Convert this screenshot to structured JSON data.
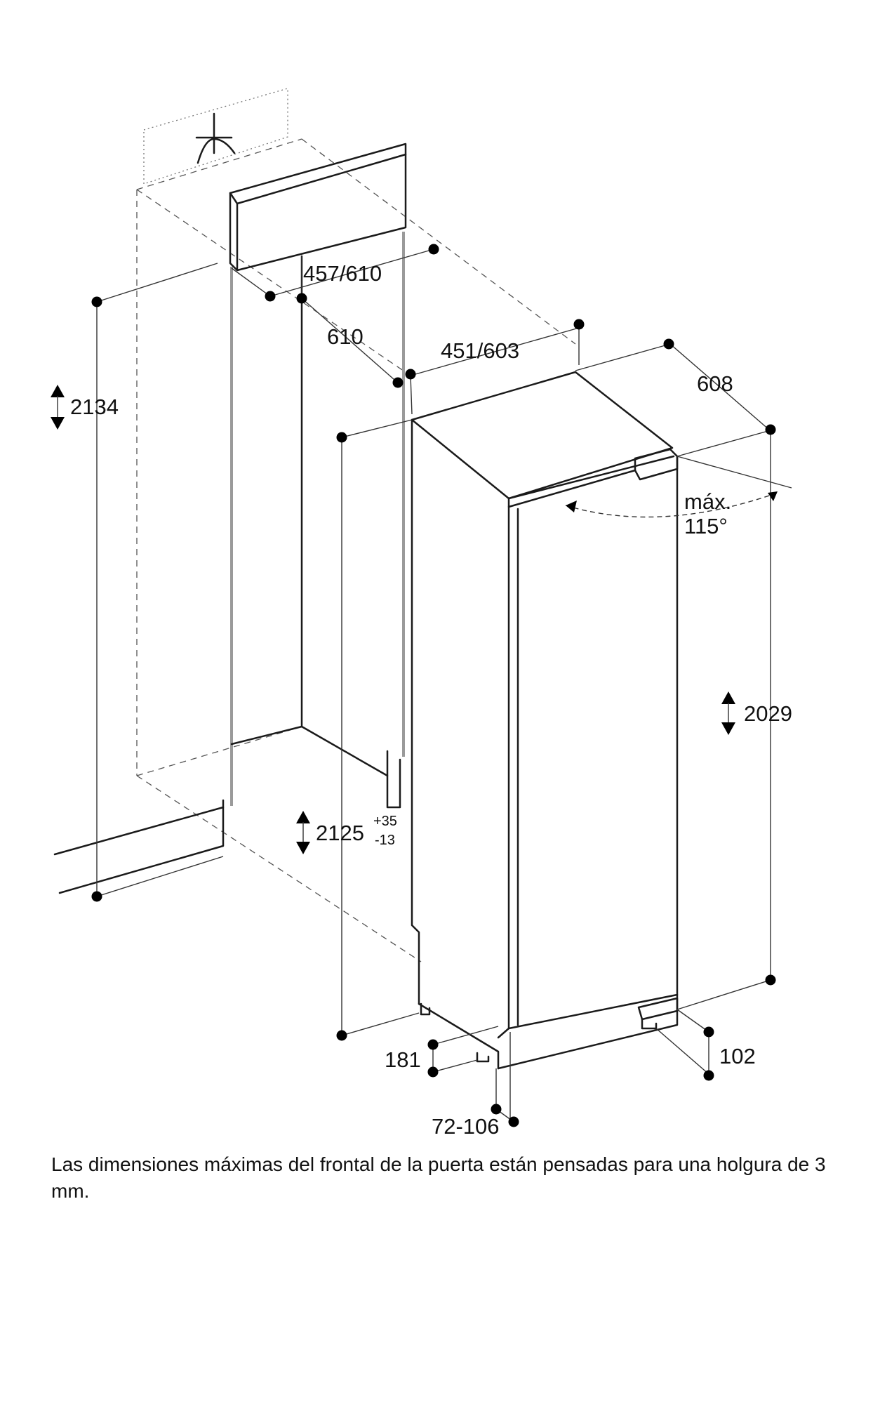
{
  "dimensions": {
    "niche_height": "2134",
    "panel_width": "457/610",
    "niche_depth": "610",
    "appliance_width": "451/603",
    "appliance_depth": "608",
    "door_angle_label": "máx.",
    "door_angle_value": "115°",
    "appliance_height": "2029",
    "niche_height_install": "2125",
    "tolerance_plus": "+35",
    "tolerance_minus": "-13",
    "plinth_depth": "181",
    "foot_height": "102",
    "plinth_height": "72-106"
  },
  "caption": "Las dimensiones máximas del frontal de la puerta están pensadas para una holgura de 3 mm."
}
